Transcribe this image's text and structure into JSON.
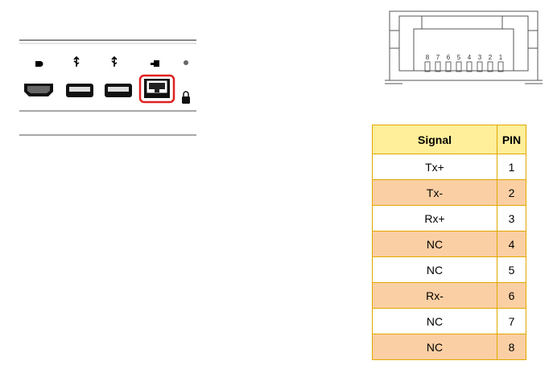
{
  "connector_drawing": {
    "pin_numbers": [
      "8",
      "7",
      "6",
      "5",
      "4",
      "3",
      "2",
      "1"
    ]
  },
  "pin_table": {
    "headers": {
      "signal": "Signal",
      "pin": "PIN"
    },
    "rows": [
      {
        "signal": "Tx+",
        "pin": "1"
      },
      {
        "signal": "Tx-",
        "pin": "2"
      },
      {
        "signal": "Rx+",
        "pin": "3"
      },
      {
        "signal": "NC",
        "pin": "4"
      },
      {
        "signal": "NC",
        "pin": "5"
      },
      {
        "signal": "Rx-",
        "pin": "6"
      },
      {
        "signal": "NC",
        "pin": "7"
      },
      {
        "signal": "NC",
        "pin": "8"
      }
    ],
    "colors": {
      "header": "#ffee9a",
      "alt_row": "#fbcfa4",
      "border": "#e0a800"
    }
  },
  "panel_figure": {
    "highlight_color": "#e02020",
    "ports": [
      "hdmi-port",
      "usb-port",
      "usb-port",
      "lan-port"
    ]
  }
}
